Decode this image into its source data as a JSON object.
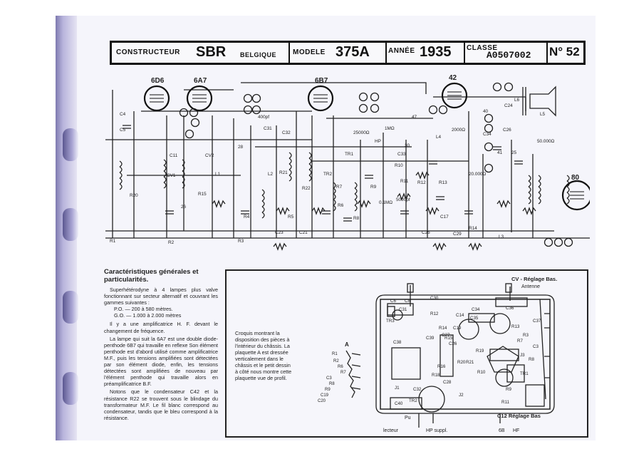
{
  "header": {
    "constructeur_label": "CONSTRUCTEUR",
    "constructeur_value": "SBR",
    "country": "BELGIQUE",
    "modele_label": "MODELE",
    "modele_value": "375A",
    "annee_label": "ANNÉE",
    "annee_value": "1935",
    "classe_label": "CLASSE",
    "classe_value": "A0507002",
    "number": "N° 52"
  },
  "schematic": {
    "tubes": [
      "6D6",
      "6A7",
      "6B7",
      "42",
      "80"
    ],
    "labels": [
      "C4",
      "C5",
      "C11",
      "CV1",
      "CV2",
      "C31",
      "C32",
      "C33",
      "C34",
      "C26",
      "C25",
      "C29",
      "C23",
      "C21",
      "C17",
      "C24",
      "R1",
      "R2",
      "R3",
      "R4",
      "R5",
      "R6",
      "R7",
      "R8",
      "R9",
      "R10",
      "R11",
      "R12",
      "R13",
      "R14",
      "R15",
      "R20",
      "R21",
      "R22",
      "L1",
      "L2",
      "L3",
      "L4",
      "L5",
      "L6",
      "TR1",
      "TR2",
      "HP",
      "5000pf",
      "400pf",
      "25000Ω",
      "1MΩ",
      "0.1MΩ",
      "20.000Ω",
      "50.000Ω",
      "2000Ω",
      "40",
      "41",
      "25",
      "26",
      "28",
      "30",
      "47"
    ]
  },
  "description": {
    "title": "Caractéristiques générales et particularités.",
    "p1": "Superhétérodyne à 4 lampes plus valve fonctionnant sur secteur alternatif et couvrant les gammes suivantes :",
    "bands": [
      "P.O. — 200 à 580 mètres.",
      "G.O. — 1.000 à 2.000 mètres"
    ],
    "p2": "Il y a une amplificatrice H. F. devant le changement de fréquence.",
    "p3": "La lampe qui suit la 6A7 est une double diode-penthode 6B7 qui travaille en reflexe Son élément penthode est d'abord utilisé comme amplificatrice M.F., puis les tensions amplifiées sont détectées par son élément diode, enfin, les tensions détectées sont amplifiées de nouveau par l'élément penthode qui travaille alors en préamplificatrice B.F.",
    "p4": "Notons que le condensateur C42 et la résistance R22 se trouvent sous le blindage du transformateur M.F. Le fil blanc correspond au condensateur, tandis que le bleu correspond à la résistance."
  },
  "chassis": {
    "caption": [
      "Croquis montrant la",
      "disposition des pièces à",
      "l'intérieur du châssis. La",
      "plaquette A est dressée",
      "verticalement dans le",
      "châssis et le petit dessin",
      "à côté nous montre cette",
      "plaquette vue de profil."
    ],
    "top_label_1": "CV - Réglage Bas.",
    "top_label_2": "Antenne",
    "bottom_labels": [
      "HP suppl.",
      "C12 Réglage Bas",
      "6B",
      "HF",
      "lecteur",
      "Pu"
    ],
    "part_labels": [
      "C38",
      "C8",
      "C6",
      "C35",
      "C34",
      "C31",
      "C32",
      "C36",
      "C37",
      "C26",
      "C27",
      "C28",
      "C40",
      "C14",
      "C19",
      "C30",
      "R14",
      "R15",
      "R16",
      "R20",
      "R21",
      "R18",
      "R19",
      "R3",
      "R7",
      "R8",
      "R9",
      "R10",
      "R11",
      "R12",
      "R13",
      "TR1",
      "TR2",
      "TR3",
      "J1",
      "J2",
      "J3",
      "C39",
      "C3"
    ],
    "plaquette_label": "A",
    "plaquette_labels": [
      "R1",
      "R2",
      "R6",
      "R7",
      "C3",
      "R8",
      "R9",
      "C19",
      "C20"
    ]
  }
}
